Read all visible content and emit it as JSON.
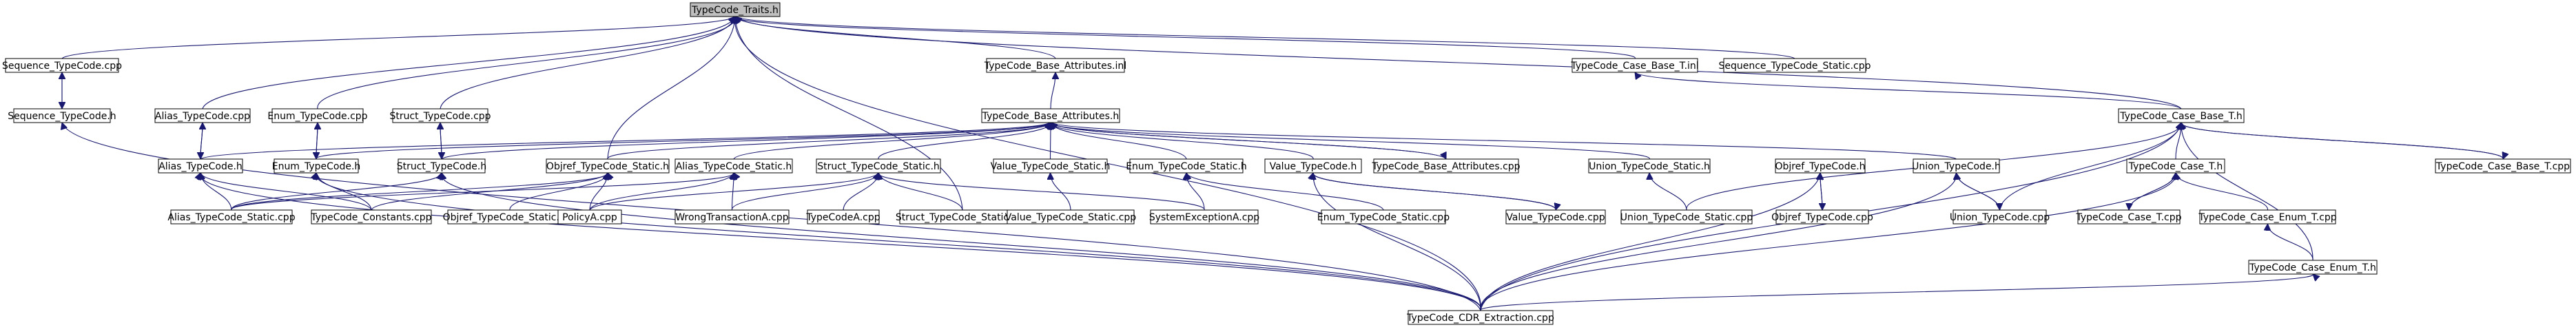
{
  "graph": {
    "title": "",
    "nodes": [
      {
        "id": "traits",
        "label": "TypeCode_Traits.h",
        "root": true
      },
      {
        "id": "seqcpp",
        "label": "Sequence_TypeCode.cpp"
      },
      {
        "id": "seqh",
        "label": "Sequence_TypeCode.h"
      },
      {
        "id": "attrinl",
        "label": "TypeCode_Base_Attributes.inl"
      },
      {
        "id": "casebaseinl",
        "label": "TypeCode_Case_Base_T.inl"
      },
      {
        "id": "seqstaticcpp",
        "label": "Sequence_TypeCode_Static.cpp"
      },
      {
        "id": "aliascpp",
        "label": "Alias_TypeCode.cpp"
      },
      {
        "id": "enumcpp",
        "label": "Enum_TypeCode.cpp"
      },
      {
        "id": "structcpp",
        "label": "Struct_TypeCode.cpp"
      },
      {
        "id": "attrh",
        "label": "TypeCode_Base_Attributes.h"
      },
      {
        "id": "casebaseh",
        "label": "TypeCode_Case_Base_T.h"
      },
      {
        "id": "aliash",
        "label": "Alias_TypeCode.h"
      },
      {
        "id": "enumh",
        "label": "Enum_TypeCode.h"
      },
      {
        "id": "structh",
        "label": "Struct_TypeCode.h"
      },
      {
        "id": "objrefstatich",
        "label": "Objref_TypeCode_Static.h"
      },
      {
        "id": "aliasstatich",
        "label": "Alias_TypeCode_Static.h"
      },
      {
        "id": "structstatich",
        "label": "Struct_TypeCode_Static.h"
      },
      {
        "id": "valuestatich",
        "label": "Value_TypeCode_Static.h"
      },
      {
        "id": "enumstatich",
        "label": "Enum_TypeCode_Static.h"
      },
      {
        "id": "valueh",
        "label": "Value_TypeCode.h"
      },
      {
        "id": "attrcpp",
        "label": "TypeCode_Base_Attributes.cpp"
      },
      {
        "id": "unionstatich",
        "label": "Union_TypeCode_Static.h"
      },
      {
        "id": "objrefh",
        "label": "Objref_TypeCode.h"
      },
      {
        "id": "unionh",
        "label": "Union_TypeCode.h"
      },
      {
        "id": "casetbh",
        "label": "TypeCode_Case_T.h"
      },
      {
        "id": "casebasecpp",
        "label": "TypeCode_Case_Base_T.cpp"
      },
      {
        "id": "aliasstaticcpp",
        "label": "Alias_TypeCode_Static.cpp"
      },
      {
        "id": "constantscpp",
        "label": "TypeCode_Constants.cpp"
      },
      {
        "id": "objrefstaticcpp",
        "label": "Objref_TypeCode_Static.cpp"
      },
      {
        "id": "policyacpp",
        "label": "PolicyA.cpp"
      },
      {
        "id": "wrongtxcpp",
        "label": "WrongTransactionA.cpp"
      },
      {
        "id": "typecodeacpp",
        "label": "TypeCodeA.cpp"
      },
      {
        "id": "structstaticcpp",
        "label": "Struct_TypeCode_Static.cpp"
      },
      {
        "id": "valuestaticcpp",
        "label": "Value_TypeCode_Static.cpp"
      },
      {
        "id": "sysexccpp",
        "label": "SystemExceptionA.cpp"
      },
      {
        "id": "enumstaticcpp",
        "label": "Enum_TypeCode_Static.cpp"
      },
      {
        "id": "valuecpp",
        "label": "Value_TypeCode.cpp"
      },
      {
        "id": "unionstaticcpp",
        "label": "Union_TypeCode_Static.cpp"
      },
      {
        "id": "objrefcpp",
        "label": "Objref_TypeCode.cpp"
      },
      {
        "id": "unioncpp",
        "label": "Union_TypeCode.cpp"
      },
      {
        "id": "casetcpp",
        "label": "TypeCode_Case_T.cpp"
      },
      {
        "id": "caseenumcpp",
        "label": "TypeCode_Case_Enum_T.cpp"
      },
      {
        "id": "caseenumh",
        "label": "TypeCode_Case_Enum_T.h"
      },
      {
        "id": "cdrcpp",
        "label": "TypeCode_CDR_Extraction.cpp"
      }
    ],
    "edges": [
      [
        "seqcpp",
        "traits"
      ],
      [
        "attrinl",
        "traits"
      ],
      [
        "casebaseinl",
        "traits"
      ],
      [
        "seqstaticcpp",
        "traits"
      ],
      [
        "aliascpp",
        "traits"
      ],
      [
        "enumcpp",
        "traits"
      ],
      [
        "structcpp",
        "traits"
      ],
      [
        "casebaseh",
        "traits"
      ],
      [
        "objrefstatich",
        "traits"
      ],
      [
        "structstaticcpp",
        "traits"
      ],
      [
        "cdrcpp",
        "traits"
      ],
      [
        "seqh",
        "seqcpp"
      ],
      [
        "seqcpp",
        "seqh"
      ],
      [
        "cdrcpp",
        "seqh"
      ],
      [
        "attrh",
        "attrinl"
      ],
      [
        "casebaseh",
        "casebaseinl"
      ],
      [
        "aliash",
        "aliascpp"
      ],
      [
        "aliascpp",
        "aliash"
      ],
      [
        "enumh",
        "enumcpp"
      ],
      [
        "enumcpp",
        "enumh"
      ],
      [
        "structh",
        "structcpp"
      ],
      [
        "structcpp",
        "structh"
      ],
      [
        "aliash",
        "attrh"
      ],
      [
        "enumh",
        "attrh"
      ],
      [
        "structh",
        "attrh"
      ],
      [
        "objrefstatich",
        "attrh"
      ],
      [
        "aliasstatich",
        "attrh"
      ],
      [
        "structstatich",
        "attrh"
      ],
      [
        "valuestatich",
        "attrh"
      ],
      [
        "enumstatich",
        "attrh"
      ],
      [
        "valueh",
        "attrh"
      ],
      [
        "attrcpp",
        "attrh"
      ],
      [
        "unionstatich",
        "attrh"
      ],
      [
        "unionh",
        "attrh"
      ],
      [
        "attrh",
        "attrcpp"
      ],
      [
        "casetbh",
        "casebaseh"
      ],
      [
        "casebasecpp",
        "casebaseh"
      ],
      [
        "casebaseh",
        "casebasecpp"
      ],
      [
        "unioncpp",
        "casebaseh"
      ],
      [
        "unionstaticcpp",
        "casebaseh"
      ],
      [
        "cdrcpp",
        "casebaseh"
      ],
      [
        "aliasstaticcpp",
        "aliash"
      ],
      [
        "cdrcpp",
        "aliash"
      ],
      [
        "constantscpp",
        "enumh"
      ],
      [
        "cdrcpp",
        "enumh"
      ],
      [
        "aliasstaticcpp",
        "structh"
      ],
      [
        "cdrcpp",
        "structh"
      ],
      [
        "aliasstaticcpp",
        "objrefstatich"
      ],
      [
        "constantscpp",
        "objrefstatich"
      ],
      [
        "objrefstaticcpp",
        "objrefstatich"
      ],
      [
        "policyacpp",
        "objrefstatich"
      ],
      [
        "aliasstaticcpp",
        "aliasstatich"
      ],
      [
        "policyacpp",
        "aliasstatich"
      ],
      [
        "wrongtxcpp",
        "aliasstatich"
      ],
      [
        "policyacpp",
        "structstatich"
      ],
      [
        "wrongtxcpp",
        "structstatich"
      ],
      [
        "typecodeacpp",
        "structstatich"
      ],
      [
        "structstaticcpp",
        "structstatich"
      ],
      [
        "sysexccpp",
        "structstatich"
      ],
      [
        "valuestaticcpp",
        "valuestatich"
      ],
      [
        "sysexccpp",
        "enumstatich"
      ],
      [
        "enumstaticcpp",
        "enumstatich"
      ],
      [
        "valuecpp",
        "valueh"
      ],
      [
        "valueh",
        "valuecpp"
      ],
      [
        "cdrcpp",
        "valueh"
      ],
      [
        "unionstaticcpp",
        "unionstatich"
      ],
      [
        "objrefcpp",
        "objrefh"
      ],
      [
        "objrefh",
        "objrefcpp"
      ],
      [
        "cdrcpp",
        "objrefh"
      ],
      [
        "unioncpp",
        "unionh"
      ],
      [
        "unionh",
        "unioncpp"
      ],
      [
        "cdrcpp",
        "unionh"
      ],
      [
        "casetcpp",
        "casetbh"
      ],
      [
        "casetbh",
        "casetcpp"
      ],
      [
        "caseenumcpp",
        "casetbh"
      ],
      [
        "cdrcpp",
        "casetbh"
      ],
      [
        "caseenumh",
        "caseenumcpp"
      ],
      [
        "cdrcpp",
        "caseenumh"
      ],
      [
        "caseenumh",
        "casebaseh"
      ],
      [
        "constantscpp",
        "aliash"
      ]
    ]
  }
}
